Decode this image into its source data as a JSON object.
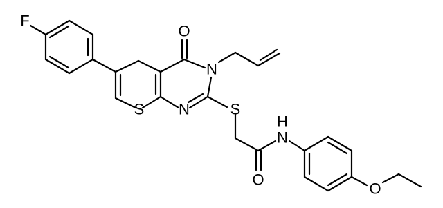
{
  "molecule": {
    "atoms": {
      "fluorine": "F",
      "carbonyl_oxygen": "O",
      "ring_nitrogen": "N",
      "thiophene_sulfur": "S",
      "pyrimidine_nitrogen": "N",
      "thioether_sulfur": "S",
      "amide_nitrogen_h": "H",
      "amide_nitrogen": "N",
      "amide_oxygen": "O",
      "ether_oxygen": "O"
    }
  }
}
